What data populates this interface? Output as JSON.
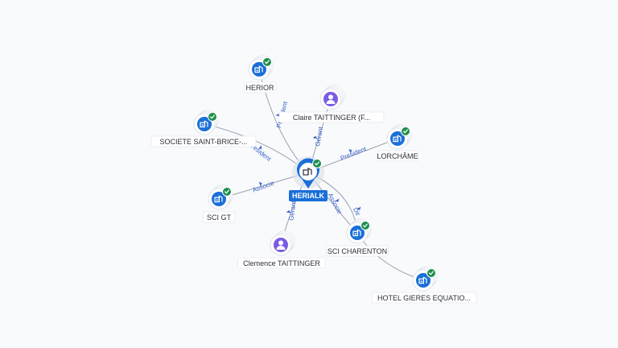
{
  "center": {
    "name": "HERIALK",
    "type": "company",
    "verified": true
  },
  "nodes": [
    {
      "id": "herior",
      "label": "HERIOR",
      "type": "company",
      "verified": true
    },
    {
      "id": "claire",
      "label": "Claire TAITTINGER (F...",
      "type": "person",
      "verified": false
    },
    {
      "id": "societe",
      "label": "SOCIETE SAINT-BRICE-...",
      "type": "company",
      "verified": true
    },
    {
      "id": "lorchame",
      "label": "LORCHÂME",
      "type": "company",
      "verified": true
    },
    {
      "id": "scigt",
      "label": "SCI GT",
      "type": "company",
      "verified": true
    },
    {
      "id": "clemence",
      "label": "Clemence TAITTINGER",
      "type": "person",
      "verified": false
    },
    {
      "id": "charenton",
      "label": "SCI CHARENTON",
      "type": "company",
      "verified": true
    },
    {
      "id": "hotel",
      "label": "HOTEL GIERES EQUATIO...",
      "type": "company",
      "verified": true
    }
  ],
  "edges": [
    {
      "from": "herior",
      "to": "center",
      "label": "President"
    },
    {
      "from": "claire",
      "to": "center",
      "label": "Gerant"
    },
    {
      "from": "societe",
      "to": "center",
      "label": "President"
    },
    {
      "from": "center",
      "to": "lorchame",
      "label": "President"
    },
    {
      "from": "center",
      "to": "scigt",
      "label": "Associe"
    },
    {
      "from": "clemence",
      "to": "center",
      "label": "Gerant"
    },
    {
      "from": "center",
      "to": "charenton",
      "label": "Associe"
    },
    {
      "from": "center",
      "to": "charenton",
      "label": "Dir"
    },
    {
      "from": "charenton",
      "to": "hotel",
      "label": ""
    }
  ],
  "colors": {
    "company_icon": "#1a6fd8",
    "person_icon": "#7c5ce4",
    "check_badge": "#1f8f4e",
    "edge": "#9aa3b2",
    "edge_label": "#3a63c9",
    "center_label_bg": "#1a6fd8",
    "background": "#f9fafc"
  },
  "icons": {
    "company": "building-icon",
    "person": "person-icon",
    "verified": "check-badge-icon"
  }
}
